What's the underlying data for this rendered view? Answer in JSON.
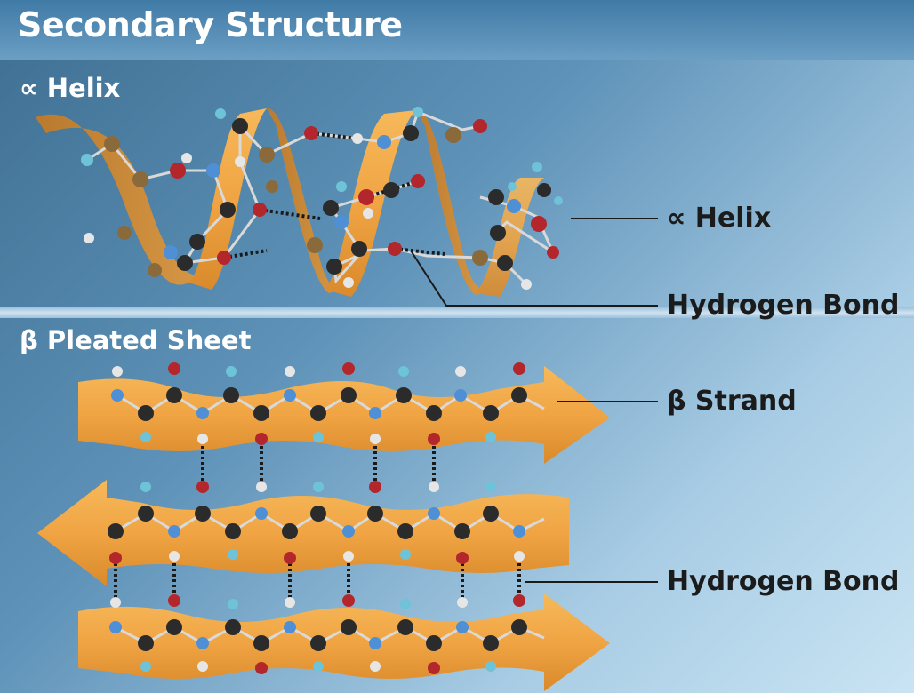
{
  "header": {
    "title": "Secondary Structure"
  },
  "sections": {
    "alpha": {
      "symbol": "∝",
      "title": "Helix"
    },
    "beta": {
      "symbol": "β",
      "title": "Pleated Sheet"
    }
  },
  "labels": {
    "alpha_helix": "∝ Helix",
    "hydrogen_bond_alpha": "Hydrogen Bond",
    "beta_strand": "β Strand",
    "hydrogen_bond_beta": "Hydrogen Bond"
  },
  "colors": {
    "ribbon": "#f0a443",
    "ribbon_dark": "#c77a22",
    "carbon": "#2b2b2b",
    "oxygen": "#b3262b",
    "nitrogen": "#4f8fd6",
    "hydrogen": "#e6e6e6",
    "r_group": "#6ec3d8",
    "bond": "#d9d9d9"
  }
}
